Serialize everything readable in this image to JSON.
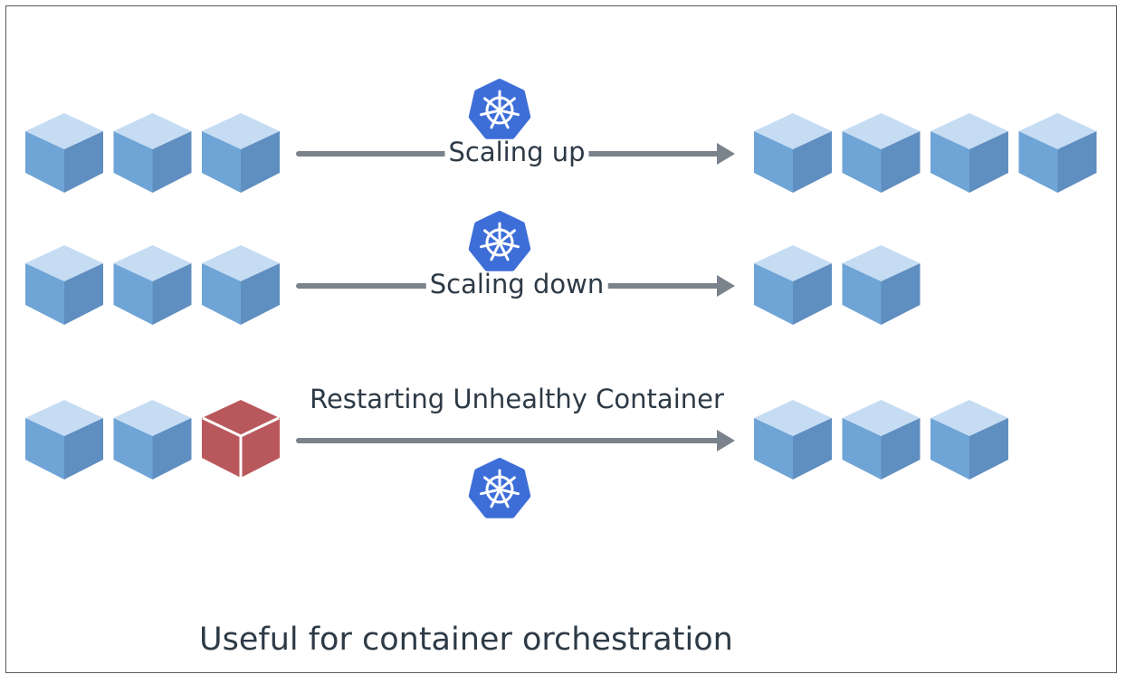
{
  "rows": [
    {
      "label": "Scaling up",
      "before": [
        "healthy",
        "healthy",
        "healthy"
      ],
      "after": [
        "healthy",
        "healthy",
        "healthy",
        "healthy"
      ],
      "icon_position": "above"
    },
    {
      "label": "Scaling down",
      "before": [
        "healthy",
        "healthy",
        "healthy"
      ],
      "after": [
        "healthy",
        "healthy"
      ],
      "icon_position": "above"
    },
    {
      "label": "Restarting Unhealthy Container",
      "before": [
        "healthy",
        "healthy",
        "unhealthy"
      ],
      "after": [
        "healthy",
        "healthy",
        "healthy"
      ],
      "icon_position": "below"
    }
  ],
  "footer": "Useful for container orchestration",
  "icons": {
    "orchestrator": "kubernetes-helm-icon",
    "container": "cube-icon"
  },
  "colors": {
    "healthy_top": "#c5dcf3",
    "healthy_left": "#6fa4d6",
    "healthy_right": "#5f8ec0",
    "unhealthy": "#b9585c",
    "arrow": "#7a828b",
    "k8s_blue": "#3d6ed8",
    "text": "#2d3a46"
  }
}
